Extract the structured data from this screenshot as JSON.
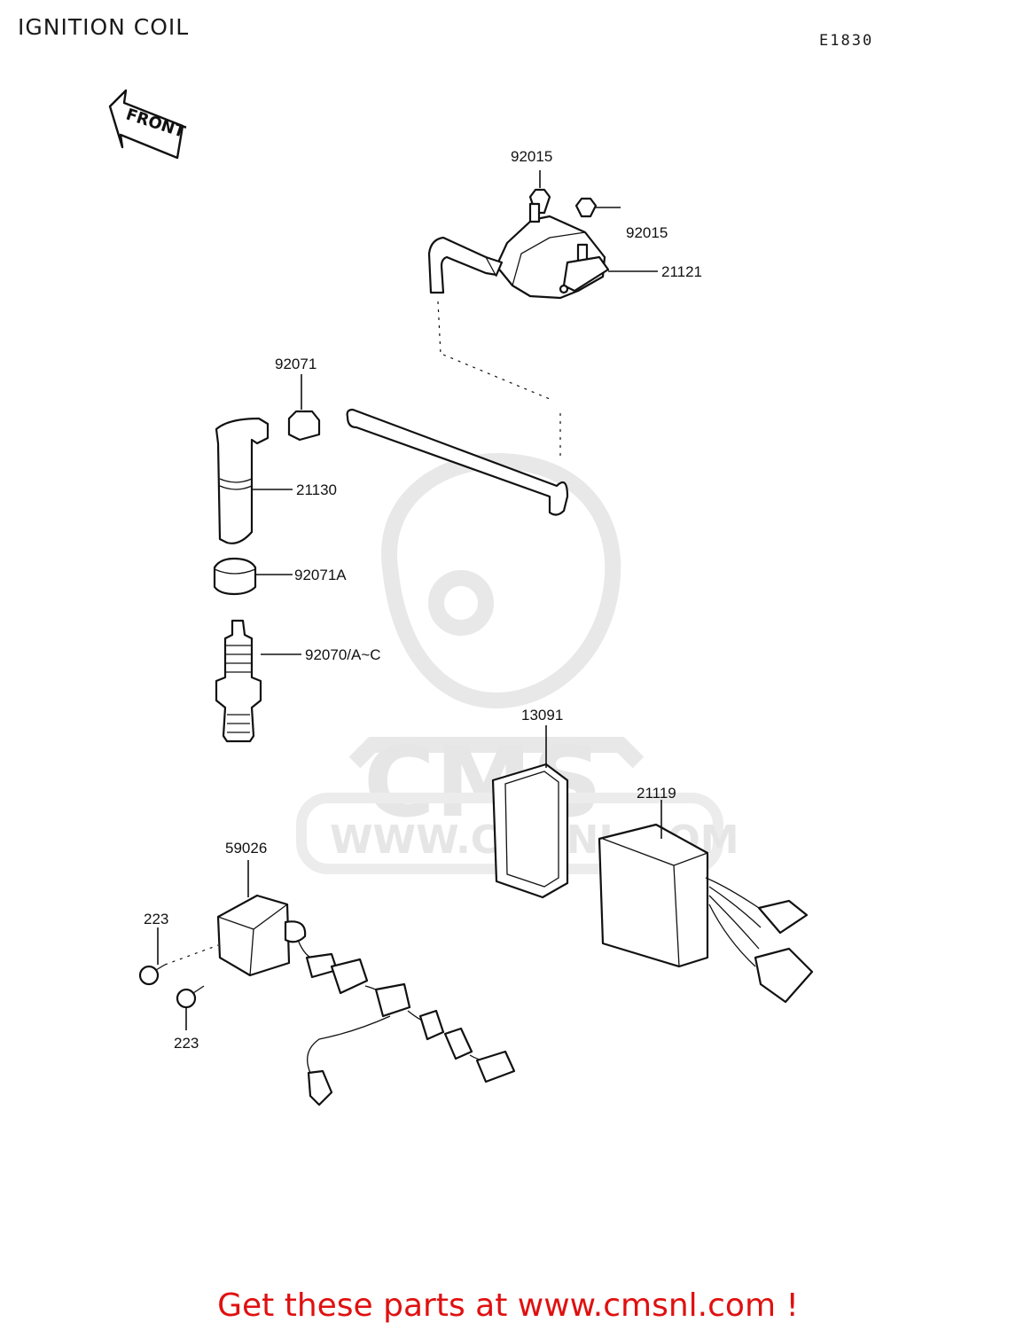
{
  "header": {
    "title": "IGNITION COIL",
    "diagram_code": "E1830"
  },
  "front_marker": "FRONT",
  "watermark": {
    "text": "CMS",
    "url": "WWW.CMSNL.COM"
  },
  "parts": [
    {
      "id": "p1",
      "number": "92015"
    },
    {
      "id": "p2",
      "number": "92015"
    },
    {
      "id": "p3",
      "number": "21121"
    },
    {
      "id": "p4",
      "number": "92071"
    },
    {
      "id": "p5",
      "number": "21130"
    },
    {
      "id": "p6",
      "number": "92071A"
    },
    {
      "id": "p7",
      "number": "92070/A~C"
    },
    {
      "id": "p8",
      "number": "13091"
    },
    {
      "id": "p9",
      "number": "21119"
    },
    {
      "id": "p10",
      "number": "59026"
    },
    {
      "id": "p11",
      "number": "223"
    },
    {
      "id": "p12",
      "number": "223"
    }
  ],
  "footer": {
    "cta": "Get these parts at www.cmsnl.com !"
  },
  "colors": {
    "cta": "#e01010",
    "ink": "#111111",
    "watermark": "#e6e6e6"
  }
}
